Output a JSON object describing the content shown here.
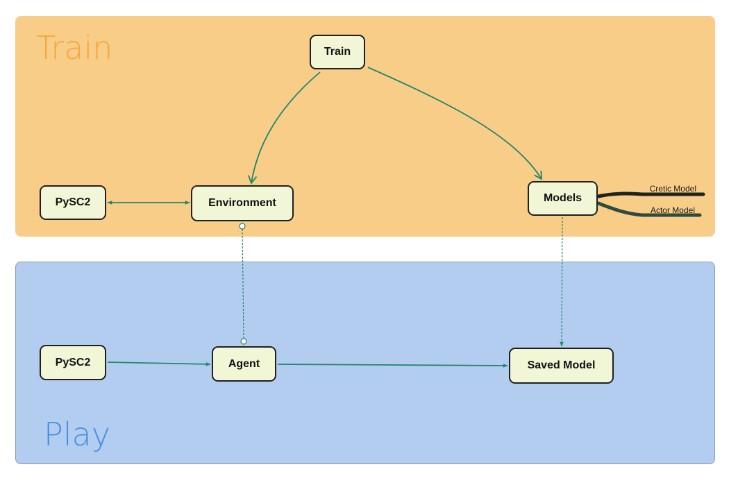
{
  "colors": {
    "train_region": "#f8cd88",
    "play_region": "#b3cdf1",
    "train_title": "#f4a83c",
    "play_title": "#4a90e2",
    "node_fill": "#f1f6d7",
    "node_border": "#1f1f1f",
    "edge": "#23866a",
    "cretic_branch": "#1d2320",
    "actor_branch": "#304a3f"
  },
  "regions": {
    "train": {
      "title": "Train"
    },
    "play": {
      "title": "Play"
    }
  },
  "nodes": {
    "train": {
      "label": "Train"
    },
    "pysc2_train": {
      "label": "PySC2"
    },
    "environment": {
      "label": "Environment"
    },
    "models": {
      "label": "Models"
    },
    "pysc2_play": {
      "label": "PySC2"
    },
    "agent": {
      "label": "Agent"
    },
    "saved_model": {
      "label": "Saved Model"
    }
  },
  "model_branches": [
    {
      "label": "Cretic Model"
    },
    {
      "label": "Actor Model"
    }
  ],
  "edges": [
    {
      "from": "train",
      "to": "environment",
      "style": "solid",
      "arrow": "open"
    },
    {
      "from": "train",
      "to": "models",
      "style": "solid",
      "arrow": "open"
    },
    {
      "from": "pysc2_train",
      "to": "environment",
      "style": "solid",
      "arrow": "both"
    },
    {
      "from": "environment",
      "to": "agent",
      "style": "dashed",
      "arrow": "circle-ends"
    },
    {
      "from": "models",
      "to": "saved_model",
      "style": "dashed",
      "arrow": "filled"
    },
    {
      "from": "pysc2_play",
      "to": "agent",
      "style": "solid",
      "arrow": "filled"
    },
    {
      "from": "agent",
      "to": "saved_model",
      "style": "solid",
      "arrow": "filled"
    }
  ]
}
